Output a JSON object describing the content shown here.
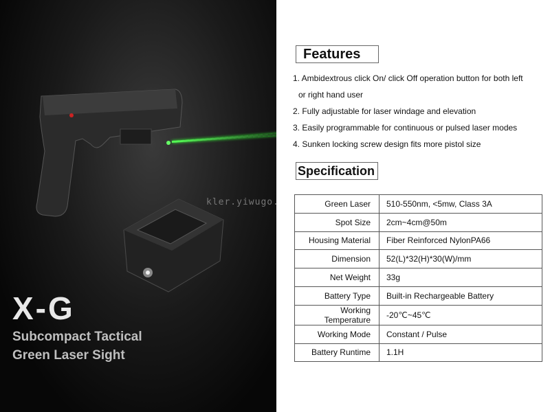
{
  "product": {
    "model": "X-G",
    "subtitle_line1": "Subcompact Tactical",
    "subtitle_line2": "Green Laser Sight",
    "watermark": "kler.yiwugo.com"
  },
  "features": {
    "heading": "Features",
    "items": [
      "1. Ambidextrous click On/ click Off operation button for both left",
      "   or right hand user",
      "2. Fully adjustable for laser windage and elevation",
      "3. Easily programmable for continuous or pulsed laser modes",
      "4. Sunken locking screw design fits more pistol size"
    ]
  },
  "specification": {
    "heading": "Specification",
    "rows": [
      {
        "label": "Green Laser",
        "value": "510-550nm, <5mw, Class 3A"
      },
      {
        "label": "Spot Size",
        "value": "2cm~4cm@50m"
      },
      {
        "label": "Housing Material",
        "value": "Fiber Reinforced NylonPA66"
      },
      {
        "label": "Dimension",
        "value": "52(L)*32(H)*30(W)/mm"
      },
      {
        "label": "Net Weight",
        "value": "33g"
      },
      {
        "label": "Battery Type",
        "value": "Built-in Rechargeable Battery"
      },
      {
        "label": "Working Temperature",
        "value": "-20℃~45℃"
      },
      {
        "label": "Working Mode",
        "value": "Constant / Pulse"
      },
      {
        "label": "Battery Runtime",
        "value": "1.1H"
      }
    ]
  },
  "colors": {
    "laser": "#33ff33",
    "panel": "#111111"
  }
}
